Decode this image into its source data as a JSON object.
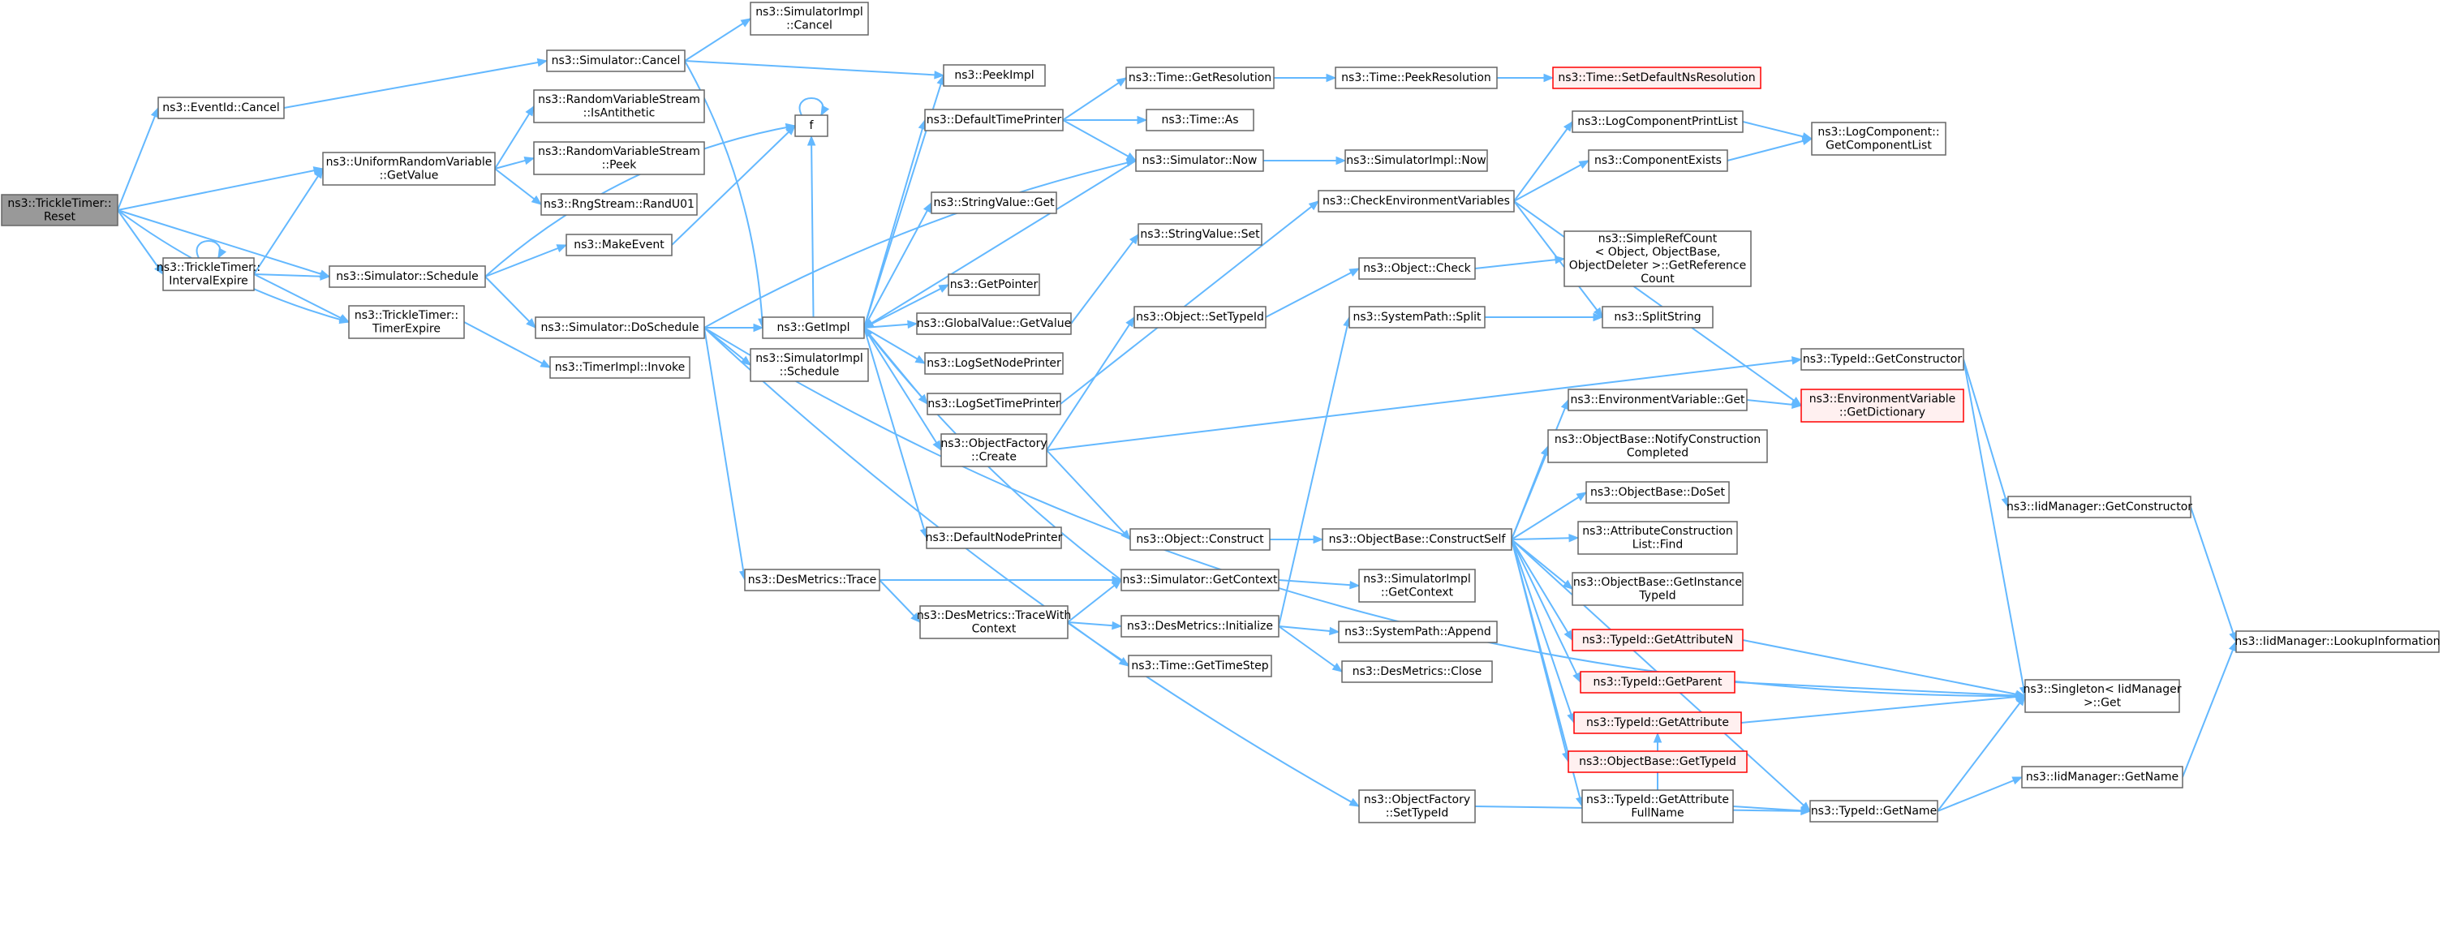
{
  "graph": {
    "root": "reset",
    "nodes": [
      {
        "id": "reset",
        "lines": [
          "ns3::TrickleTimer::",
          "Reset"
        ],
        "style": "root"
      },
      {
        "id": "eventid_cancel",
        "lines": [
          "ns3::EventId::Cancel"
        ]
      },
      {
        "id": "sim_cancel",
        "lines": [
          "ns3::Simulator::Cancel"
        ]
      },
      {
        "id": "simimpl_cancel",
        "lines": [
          "ns3::SimulatorImpl",
          "::Cancel"
        ]
      },
      {
        "id": "peekimpl",
        "lines": [
          "ns3::PeekImpl"
        ]
      },
      {
        "id": "urv_getvalue",
        "lines": [
          "ns3::UniformRandomVariable",
          "::GetValue"
        ]
      },
      {
        "id": "rvs_isantithetic",
        "lines": [
          "ns3::RandomVariableStream",
          "::IsAntithetic"
        ]
      },
      {
        "id": "rvs_peek",
        "lines": [
          "ns3::RandomVariableStream",
          "::Peek"
        ]
      },
      {
        "id": "rng_randu01",
        "lines": [
          "ns3::RngStream::RandU01"
        ]
      },
      {
        "id": "f",
        "lines": [
          "f"
        ]
      },
      {
        "id": "interval_expire",
        "lines": [
          "ns3::TrickleTimer::",
          "IntervalExpire"
        ]
      },
      {
        "id": "sim_schedule",
        "lines": [
          "ns3::Simulator::Schedule"
        ]
      },
      {
        "id": "makeevent",
        "lines": [
          "ns3::MakeEvent"
        ]
      },
      {
        "id": "timer_expire",
        "lines": [
          "ns3::TrickleTimer::",
          "TimerExpire"
        ]
      },
      {
        "id": "sim_doschedule",
        "lines": [
          "ns3::Simulator::DoSchedule"
        ]
      },
      {
        "id": "timerimpl_invoke",
        "lines": [
          "ns3::TimerImpl::Invoke"
        ]
      },
      {
        "id": "getimpl",
        "lines": [
          "ns3::GetImpl"
        ]
      },
      {
        "id": "simimpl_schedule",
        "lines": [
          "ns3::SimulatorImpl",
          "::Schedule"
        ]
      },
      {
        "id": "desmetrics_trace",
        "lines": [
          "ns3::DesMetrics::Trace"
        ]
      },
      {
        "id": "defaulttimeprinter",
        "lines": [
          "ns3::DefaultTimePrinter"
        ]
      },
      {
        "id": "stringvalue_get",
        "lines": [
          "ns3::StringValue::Get"
        ]
      },
      {
        "id": "getpointer",
        "lines": [
          "ns3::GetPointer"
        ]
      },
      {
        "id": "globalvalue_getvalue",
        "lines": [
          "ns3::GlobalValue::GetValue"
        ]
      },
      {
        "id": "logsetnodeprinter",
        "lines": [
          "ns3::LogSetNodePrinter"
        ]
      },
      {
        "id": "logsettimeprinter",
        "lines": [
          "ns3::LogSetTimePrinter"
        ]
      },
      {
        "id": "objectfactory_create",
        "lines": [
          "ns3::ObjectFactory",
          "::Create"
        ]
      },
      {
        "id": "defaultnodeprinter",
        "lines": [
          "ns3::DefaultNodePrinter"
        ]
      },
      {
        "id": "desmetrics_tracewithcontext",
        "lines": [
          "ns3::DesMetrics::TraceWith",
          "Context"
        ]
      },
      {
        "id": "time_getresolution",
        "lines": [
          "ns3::Time::GetResolution"
        ]
      },
      {
        "id": "time_as",
        "lines": [
          "ns3::Time::As"
        ]
      },
      {
        "id": "sim_now",
        "lines": [
          "ns3::Simulator::Now"
        ]
      },
      {
        "id": "stringvalue_set",
        "lines": [
          "ns3::StringValue::Set"
        ]
      },
      {
        "id": "object_settypeid",
        "lines": [
          "ns3::Object::SetTypeId"
        ]
      },
      {
        "id": "object_construct",
        "lines": [
          "ns3::Object::Construct"
        ]
      },
      {
        "id": "sim_getcontext",
        "lines": [
          "ns3::Simulator::GetContext"
        ]
      },
      {
        "id": "desmetrics_initialize",
        "lines": [
          "ns3::DesMetrics::Initialize"
        ]
      },
      {
        "id": "time_gettimestep",
        "lines": [
          "ns3::Time::GetTimeStep"
        ]
      },
      {
        "id": "time_peekresolution",
        "lines": [
          "ns3::Time::PeekResolution"
        ]
      },
      {
        "id": "simimpl_now",
        "lines": [
          "ns3::SimulatorImpl::Now"
        ]
      },
      {
        "id": "checkenvvars",
        "lines": [
          "ns3::CheckEnvironmentVariables"
        ]
      },
      {
        "id": "object_check",
        "lines": [
          "ns3::Object::Check"
        ]
      },
      {
        "id": "systempath_split",
        "lines": [
          "ns3::SystemPath::Split"
        ]
      },
      {
        "id": "objectbase_constructself",
        "lines": [
          "ns3::ObjectBase::ConstructSelf"
        ]
      },
      {
        "id": "simimpl_getcontext",
        "lines": [
          "ns3::SimulatorImpl",
          "::GetContext"
        ]
      },
      {
        "id": "systempath_append",
        "lines": [
          "ns3::SystemPath::Append"
        ]
      },
      {
        "id": "desmetrics_close",
        "lines": [
          "ns3::DesMetrics::Close"
        ]
      },
      {
        "id": "objectfactory_settypeid",
        "lines": [
          "ns3::ObjectFactory",
          "::SetTypeId"
        ]
      },
      {
        "id": "time_setdefaultnsresolution",
        "lines": [
          "ns3::Time::SetDefaultNsResolution"
        ],
        "style": "red"
      },
      {
        "id": "logcomponentprintlist",
        "lines": [
          "ns3::LogComponentPrintList"
        ]
      },
      {
        "id": "componentexists",
        "lines": [
          "ns3::ComponentExists"
        ]
      },
      {
        "id": "simplerefcount_getreferencecount",
        "lines": [
          "ns3::SimpleRefCount",
          "< Object, ObjectBase,",
          "ObjectDeleter >::GetReference",
          "Count"
        ]
      },
      {
        "id": "splitstring",
        "lines": [
          "ns3::SplitString"
        ]
      },
      {
        "id": "envvar_get",
        "lines": [
          "ns3::EnvironmentVariable::Get"
        ]
      },
      {
        "id": "objectbase_notifyconstructioncompleted",
        "lines": [
          "ns3::ObjectBase::NotifyConstruction",
          "Completed"
        ]
      },
      {
        "id": "objectbase_doset",
        "lines": [
          "ns3::ObjectBase::DoSet"
        ]
      },
      {
        "id": "attributeconstructionlist_find",
        "lines": [
          "ns3::AttributeConstruction",
          "List::Find"
        ]
      },
      {
        "id": "objectbase_getinstancetypeid",
        "lines": [
          "ns3::ObjectBase::GetInstance",
          "TypeId"
        ]
      },
      {
        "id": "typeid_getattributen",
        "lines": [
          "ns3::TypeId::GetAttributeN"
        ],
        "style": "red"
      },
      {
        "id": "typeid_getparent",
        "lines": [
          "ns3::TypeId::GetParent"
        ],
        "style": "red"
      },
      {
        "id": "typeid_getattribute",
        "lines": [
          "ns3::TypeId::GetAttribute"
        ],
        "style": "red"
      },
      {
        "id": "objectbase_gettypeid",
        "lines": [
          "ns3::ObjectBase::GetTypeId"
        ],
        "style": "red"
      },
      {
        "id": "typeid_getattributefullname",
        "lines": [
          "ns3::TypeId::GetAttribute",
          "FullName"
        ]
      },
      {
        "id": "typeid_getname",
        "lines": [
          "ns3::TypeId::GetName"
        ]
      },
      {
        "id": "logcomponent_getcomponentlist",
        "lines": [
          "ns3::LogComponent::",
          "GetComponentList"
        ]
      },
      {
        "id": "typeid_getconstructor",
        "lines": [
          "ns3::TypeId::GetConstructor"
        ]
      },
      {
        "id": "envvar_getdictionary",
        "lines": [
          "ns3::EnvironmentVariable",
          "::GetDictionary"
        ],
        "style": "red"
      },
      {
        "id": "iidmanager_getconstructor",
        "lines": [
          "ns3::IidManager::GetConstructor"
        ]
      },
      {
        "id": "singleton_get",
        "lines": [
          "ns3::Singleton< IidManager",
          ">::Get"
        ]
      },
      {
        "id": "iidmanager_getname",
        "lines": [
          "ns3::IidManager::GetName"
        ]
      },
      {
        "id": "iidmanager_lookupinformation",
        "lines": [
          "ns3::IidManager::LookupInformation"
        ]
      }
    ]
  }
}
